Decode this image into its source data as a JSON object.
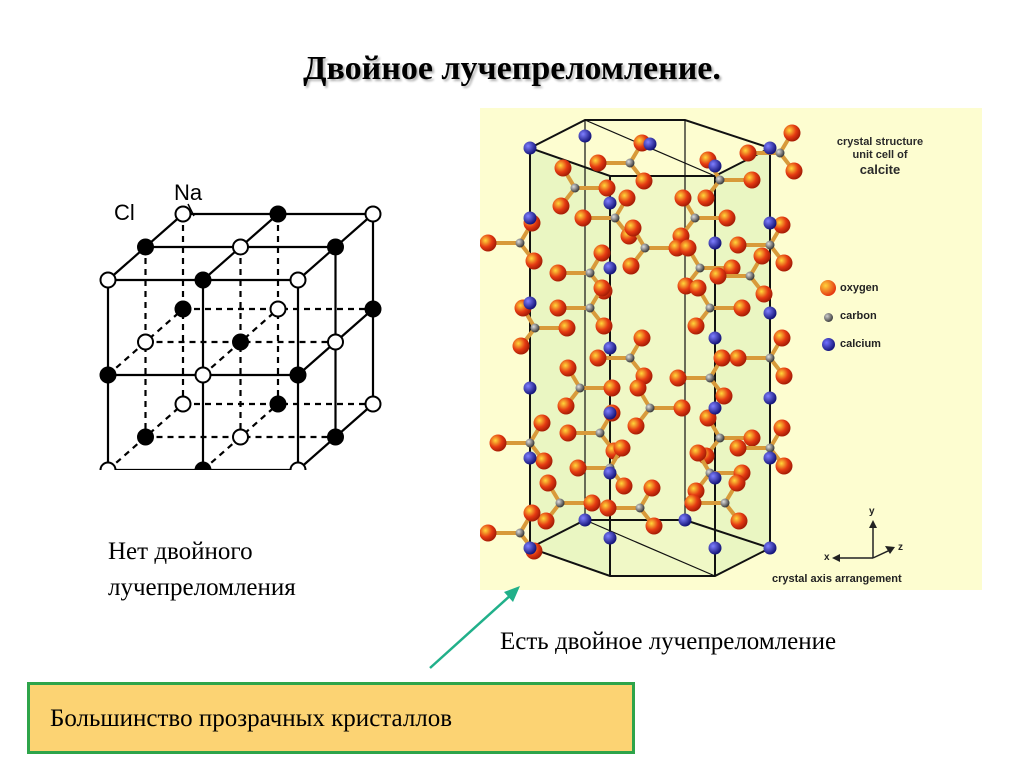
{
  "slide": {
    "title": "Двойное лучепреломление."
  },
  "nacl": {
    "label_cl": "Cl",
    "label_na": "Na",
    "caption_line1": "Нет двойного",
    "caption_line2": "лучепреломления",
    "colors": {
      "na_atom": "#000000",
      "cl_atom": "#ffffff",
      "edge": "#000000"
    }
  },
  "calcite": {
    "legend_title_line1": "crystal structure",
    "legend_title_line2": "unit cell of",
    "legend_title_line3": "calcite",
    "legend": [
      {
        "label": "oxygen",
        "color": "#e53a12"
      },
      {
        "label": "carbon",
        "color": "#555555"
      },
      {
        "label": "calcium",
        "color": "#2a2a9a"
      }
    ],
    "axis_y": "y",
    "axis_x": "x",
    "axis_z": "z",
    "axis_caption": "crystal axis arrangement",
    "caption": "Есть двойное лучепреломление",
    "colors": {
      "panel_bg": "#fdfdd0",
      "prism_face": "#e8f5c0",
      "bond": "#d89a3a"
    }
  },
  "callout": {
    "text": "Большинство прозрачных кристаллов",
    "colors": {
      "fill": "#fcd373",
      "border": "#2ea44a",
      "arrow": "#21b08a"
    }
  }
}
